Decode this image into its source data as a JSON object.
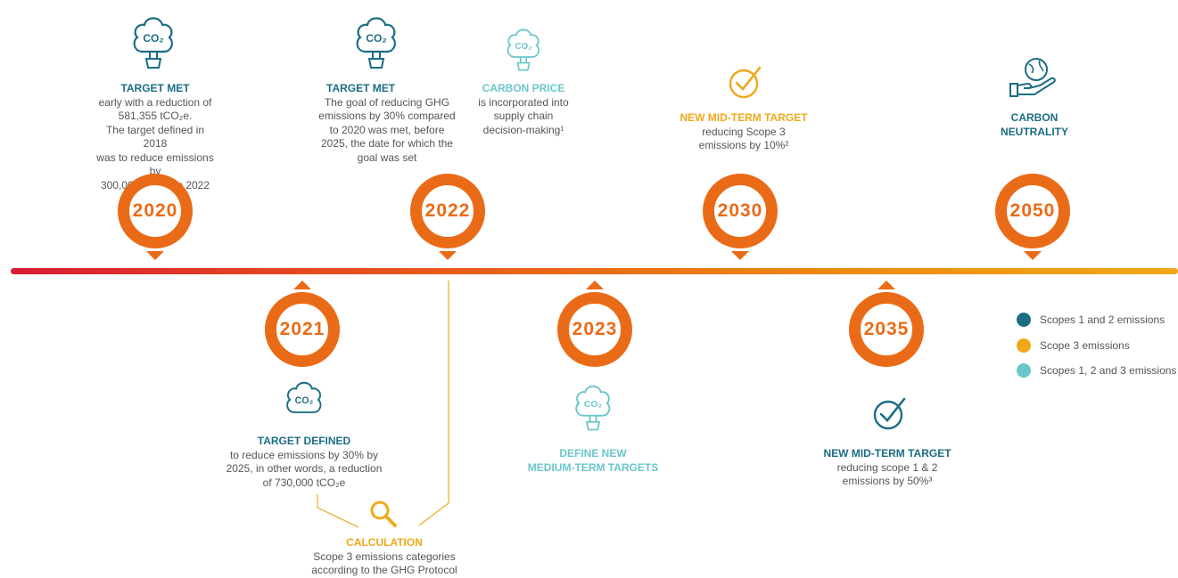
{
  "milestones_top": [
    {
      "year": "2020",
      "title": "TARGET MET",
      "text": [
        "early with a reduction of",
        "581,355 tCO₂e.",
        "The target defined in 2018",
        "was to reduce emissions by",
        "300,000 tCO₂e in 2022"
      ],
      "icon": "co2-tree-icon",
      "color": "#1b6d84"
    },
    {
      "year": "2022",
      "title": "TARGET MET",
      "text": [
        "The goal of reducing GHG",
        "emissions by 30% compared",
        "to 2020 was met, before",
        "2025, the date for which the",
        "goal was set"
      ],
      "icon": "co2-tree-icon",
      "color": "#1b6d84"
    },
    {
      "year": "2030",
      "title": "NEW MID-TERM TARGET",
      "text": [
        "reducing Scope 3",
        "emissions by 10%²"
      ],
      "icon": "check-circle-icon",
      "color": "#f0a81a"
    },
    {
      "year": "2050",
      "title": "CARBON",
      "title2": "NEUTRALITY",
      "text": [],
      "icon": "globe-hand-icon",
      "color": "#1b6d84"
    }
  ],
  "carbon_price": {
    "title": "CARBON PRICE",
    "text": [
      "is incorporated into",
      "supply chain",
      "decision-making¹"
    ],
    "icon": "co2-tree-icon",
    "color": "#6bc6cb"
  },
  "milestones_bottom": [
    {
      "year": "2021",
      "title": "TARGET DEFINED",
      "text": [
        "to reduce emissions by 30% by",
        "2025, in other words, a reduction",
        "of 730,000 tCO₂e"
      ],
      "icon": "co2-tree-icon",
      "color": "#1b6d84"
    },
    {
      "year": "2023",
      "title": "DEFINE NEW",
      "title2": "MEDIUM-TERM TARGETS",
      "text": [],
      "icon": "co2-tree-icon",
      "color": "#6bc6cb"
    },
    {
      "year": "2035",
      "title": "NEW MID-TERM TARGET",
      "text": [
        "reducing scope 1 & 2",
        "emissions by 50%³"
      ],
      "icon": "check-circle-icon",
      "color": "#1b6d84"
    }
  ],
  "calculation": {
    "title": "CALCULATION",
    "text": [
      "Scope 3 emissions categories",
      "according to the GHG Protocol"
    ],
    "icon": "magnifier-icon",
    "color": "#f0a81a"
  },
  "legend": [
    {
      "label": "Scopes 1 and 2 emissions",
      "color": "#1b6d84"
    },
    {
      "label": "Scope 3 emissions",
      "color": "#f0a81a"
    },
    {
      "label": "Scopes 1, 2 and 3 emissions",
      "color": "#6bc6cb"
    }
  ],
  "colors": {
    "accent": "#ea6b17",
    "teal": "#1b6d84",
    "light_teal": "#6bc6cb",
    "yellow": "#f0a81a"
  }
}
